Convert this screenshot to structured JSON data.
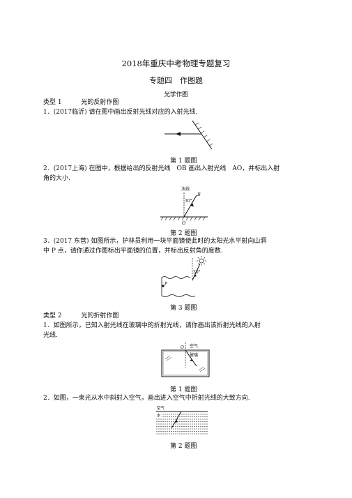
{
  "doc": {
    "title": "2018年重庆中考物理专题复习",
    "subtitle": "专题四　作图题",
    "section": "光学作图"
  },
  "type1": {
    "heading_num": "类型 1",
    "heading_text": "光的反射作图",
    "q1": {
      "text": "1．(2017临沂) 请在图中画出反射光线对应的入射光线.",
      "caption": "第 1 题图"
    },
    "q2": {
      "line1": "2．(2017上海) 在图中，根据给出的反射光线　OB 画出入射光线　AO，并标出入射",
      "line2": "角的大小.",
      "caption": "第 2 题图",
      "labels": {
        "normal": "法线",
        "angle": "30°",
        "b": "B",
        "o": "O"
      }
    },
    "q3": {
      "line1": "3．(2017 东营) 如图所示，护林员利用一块平面镜使此时的太阳光水平射向山洞",
      "line2": "中 P 点，请你通过作图标出平面镜的位置，并标出反射角的度数.",
      "caption": "第 3 题图",
      "labels": {
        "p": "P",
        "angle": "30°"
      }
    }
  },
  "type2": {
    "heading_num": "类型 2",
    "heading_text": "光的折射作图",
    "q1": {
      "line1": "1．如图所示，已知入射光线在玻璃中的折射光线，请你画出该折射光线的入射",
      "line2": "光线.",
      "caption": "第 1 题图",
      "labels": {
        "o": "O",
        "air": "空气",
        "glass": "玻璃"
      }
    },
    "q2": {
      "text": "2．如图，一束光从水中斜射入空气，画出进入空气中折射光线的大致方向.",
      "caption": "第 2 题图",
      "labels": {
        "air": "空气",
        "water": "水"
      }
    }
  }
}
